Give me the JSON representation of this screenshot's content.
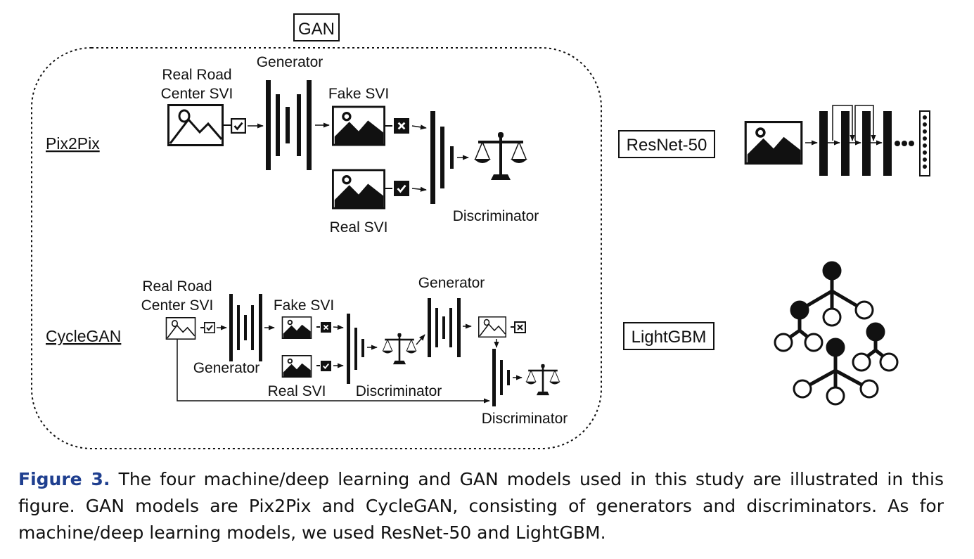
{
  "gan_section": {
    "title": "GAN"
  },
  "pix2pix": {
    "label": "Pix2Pix",
    "input_label_line1": "Real Road",
    "input_label_line2": "Center SVI",
    "generator_label": "Generator",
    "fake_label": "Fake SVI",
    "real_label": "Real SVI",
    "discriminator_label": "Discriminator"
  },
  "cyclegan": {
    "label": "CycleGAN",
    "input_label_line1": "Real Road",
    "input_label_line2": "Center SVI",
    "generator1_label": "Generator",
    "fake_label": "Fake SVI",
    "real_label": "Real SVI",
    "discriminator1_label": "Discriminator",
    "generator2_label": "Generator",
    "discriminator2_label": "Discriminator"
  },
  "resnet": {
    "label": "ResNet-50"
  },
  "lightgbm": {
    "label": "LightGBM"
  },
  "caption": {
    "figure_label": "Figure 3.",
    "text": "The four machine/deep learning and GAN models used in this study are illustrated in this figure. GAN models are Pix2Pix and CycleGAN, consisting of generators and discriminators. As for machine/deep learning models, we used ResNet-50 and LightGBM."
  }
}
